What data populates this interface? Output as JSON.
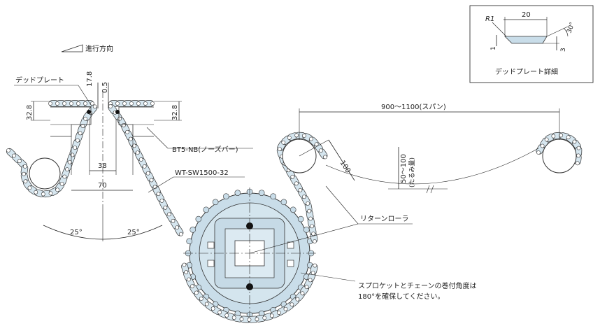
{
  "direction_label": "進行方向",
  "dead_plate_label": "デッドプレート",
  "dead_plate_detail_label": "デッドプレート詳細",
  "nose_bar_label": "BT5-NB(ノーズバー)",
  "sprocket_label": "WT-SW1500-32",
  "return_roller_label": "リターンローラ",
  "span_label": "900～1100(スパン)",
  "sag_label": "50～100",
  "sag_sub_label": "(たるみ量)",
  "note_line1": "スプロケットとチェーンの巻付角度は",
  "note_line2": "180°を確保してください。",
  "dims": {
    "d17_8": "17.8",
    "d0_5": "0.5",
    "d32_8_left": "32.8",
    "d32_8_right": "32.8",
    "d38": "38",
    "d70": "70",
    "a25_left": "25°",
    "a25_right": "25°",
    "d100": "100",
    "detail_r1": "R1",
    "detail_20": "20",
    "detail_1": "1",
    "detail_3": "3",
    "detail_30": "30°"
  },
  "colors": {
    "chain_fill": "#d6e6ef",
    "sprocket_fill": "#c9dde9",
    "line": "#222222"
  }
}
